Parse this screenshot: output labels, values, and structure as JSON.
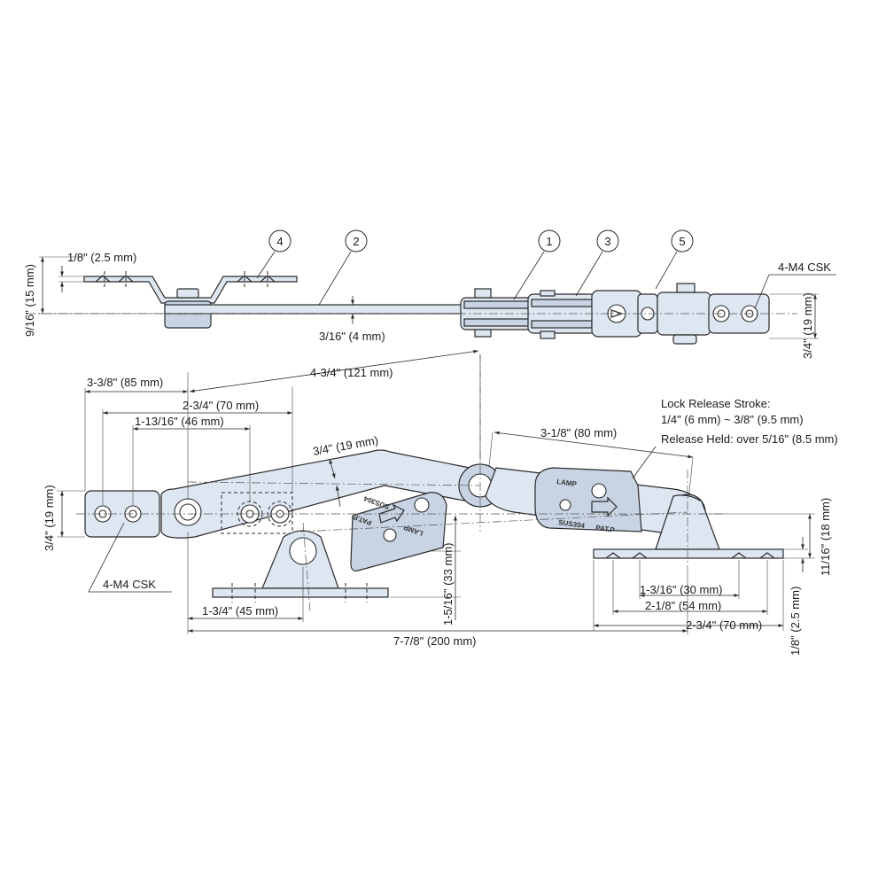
{
  "callouts": [
    "4",
    "2",
    "1",
    "3",
    "5"
  ],
  "top_view": {
    "dim_thickness_flange": "1/8\" (2.5 mm)",
    "dim_height_left": "9/16\" (15 mm)",
    "dim_rod_thickness": "3/16\" (4 mm)",
    "dim_height_right": "3/4\" (19 mm)",
    "hole_note": "4-M4 CSK"
  },
  "front_view": {
    "dim_85": "3-3/8\" (85 mm)",
    "dim_121": "4-3/4\" (121 mm)",
    "dim_70_top": "2-3/4\" (70 mm)",
    "dim_46": "1-13/16\" (46 mm)",
    "dim_19_arm": "3/4\" (19 mm)",
    "dim_80": "3-1/8\" (80 mm)",
    "lock_release_title": "Lock Release Stroke:",
    "lock_release_range": "1/4\" (6 mm) ~ 3/8\" (9.5 mm)",
    "release_held": "Release Held: over 5/16\" (8.5 mm)",
    "dim_19_left": "3/4\" (19 mm)",
    "hole_note": "4-M4 CSK",
    "dim_33": "1-5/16\" (33 mm)",
    "dim_45": "1-3/4\" (45 mm)",
    "dim_200": "7-7/8\" (200 mm)",
    "dim_18": "11/16\" (18 mm)",
    "dim_30": "1-3/16\" (30 mm)",
    "dim_54": "2-1/8\" (54 mm)",
    "dim_70_bottom": "2-3/4\" (70 mm)",
    "dim_2_5_bottom": "1/8\" (2.5 mm)",
    "stamp_lamp": "LAMP",
    "stamp_sus": "SUS304",
    "stamp_pat": "PAT.P"
  }
}
